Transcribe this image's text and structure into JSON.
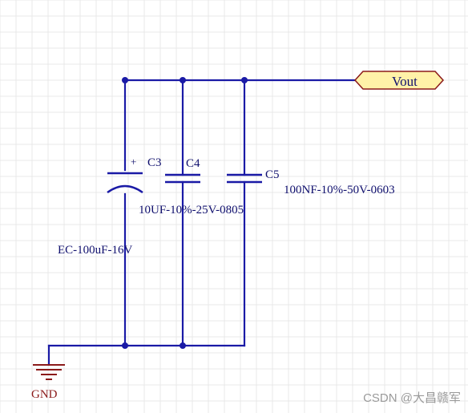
{
  "schematic": {
    "net_label": "Vout",
    "ground_label": "GND",
    "components": [
      {
        "ref": "C3",
        "value": "EC-100uF-16V",
        "polarized_mark": "+"
      },
      {
        "ref": "C4",
        "value": "10UF-10%-25V-0805"
      },
      {
        "ref": "C5",
        "value": "100NF-10%-50V-0603"
      }
    ]
  },
  "watermark": "CSDN @大昌赣军",
  "colors": {
    "wire": "#1a1aa6",
    "component_text": "#10106e",
    "ground": "#8b1a1a",
    "net_label_fill": "#fff2a8",
    "net_label_stroke": "#8b1a1a",
    "grid": "#e9e9e9",
    "watermark": "#9a9a9a"
  }
}
